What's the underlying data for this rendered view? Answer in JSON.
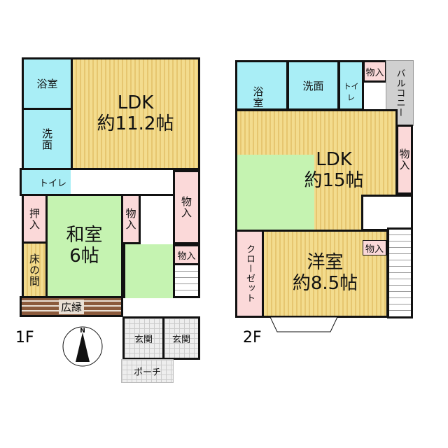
{
  "floor1": {
    "label": "1F",
    "bath": "浴室",
    "washroom": "洗面",
    "ldk": "LDK",
    "ldk_size": "約11.2帖",
    "toilet": "トイレ",
    "oshiire": "押入",
    "tokonoma": "床の間",
    "washitsu": "和室",
    "washitsu_size": "6帖",
    "storage": "物入",
    "engawa": "広縁",
    "entrance": "玄関",
    "porch": "ポーチ",
    "compass": "N"
  },
  "floor2": {
    "label": "2F",
    "bath": "浴室",
    "washroom": "洗面",
    "toilet": "トイレ",
    "storage": "物入",
    "balcony": "バルコニー",
    "ldk": "LDK",
    "ldk_size": "約15帖",
    "closet": "クローゼット",
    "youshitsu": "洋室",
    "youshitsu_size": "約8.5帖"
  },
  "colors": {
    "wet": "#a9eef6",
    "floor": "#f3dc8e",
    "tatami": "#c5f3b1",
    "storage": "#fbd9d9",
    "engawa": "#8b5a3c",
    "balcony": "#d0d0d0"
  }
}
